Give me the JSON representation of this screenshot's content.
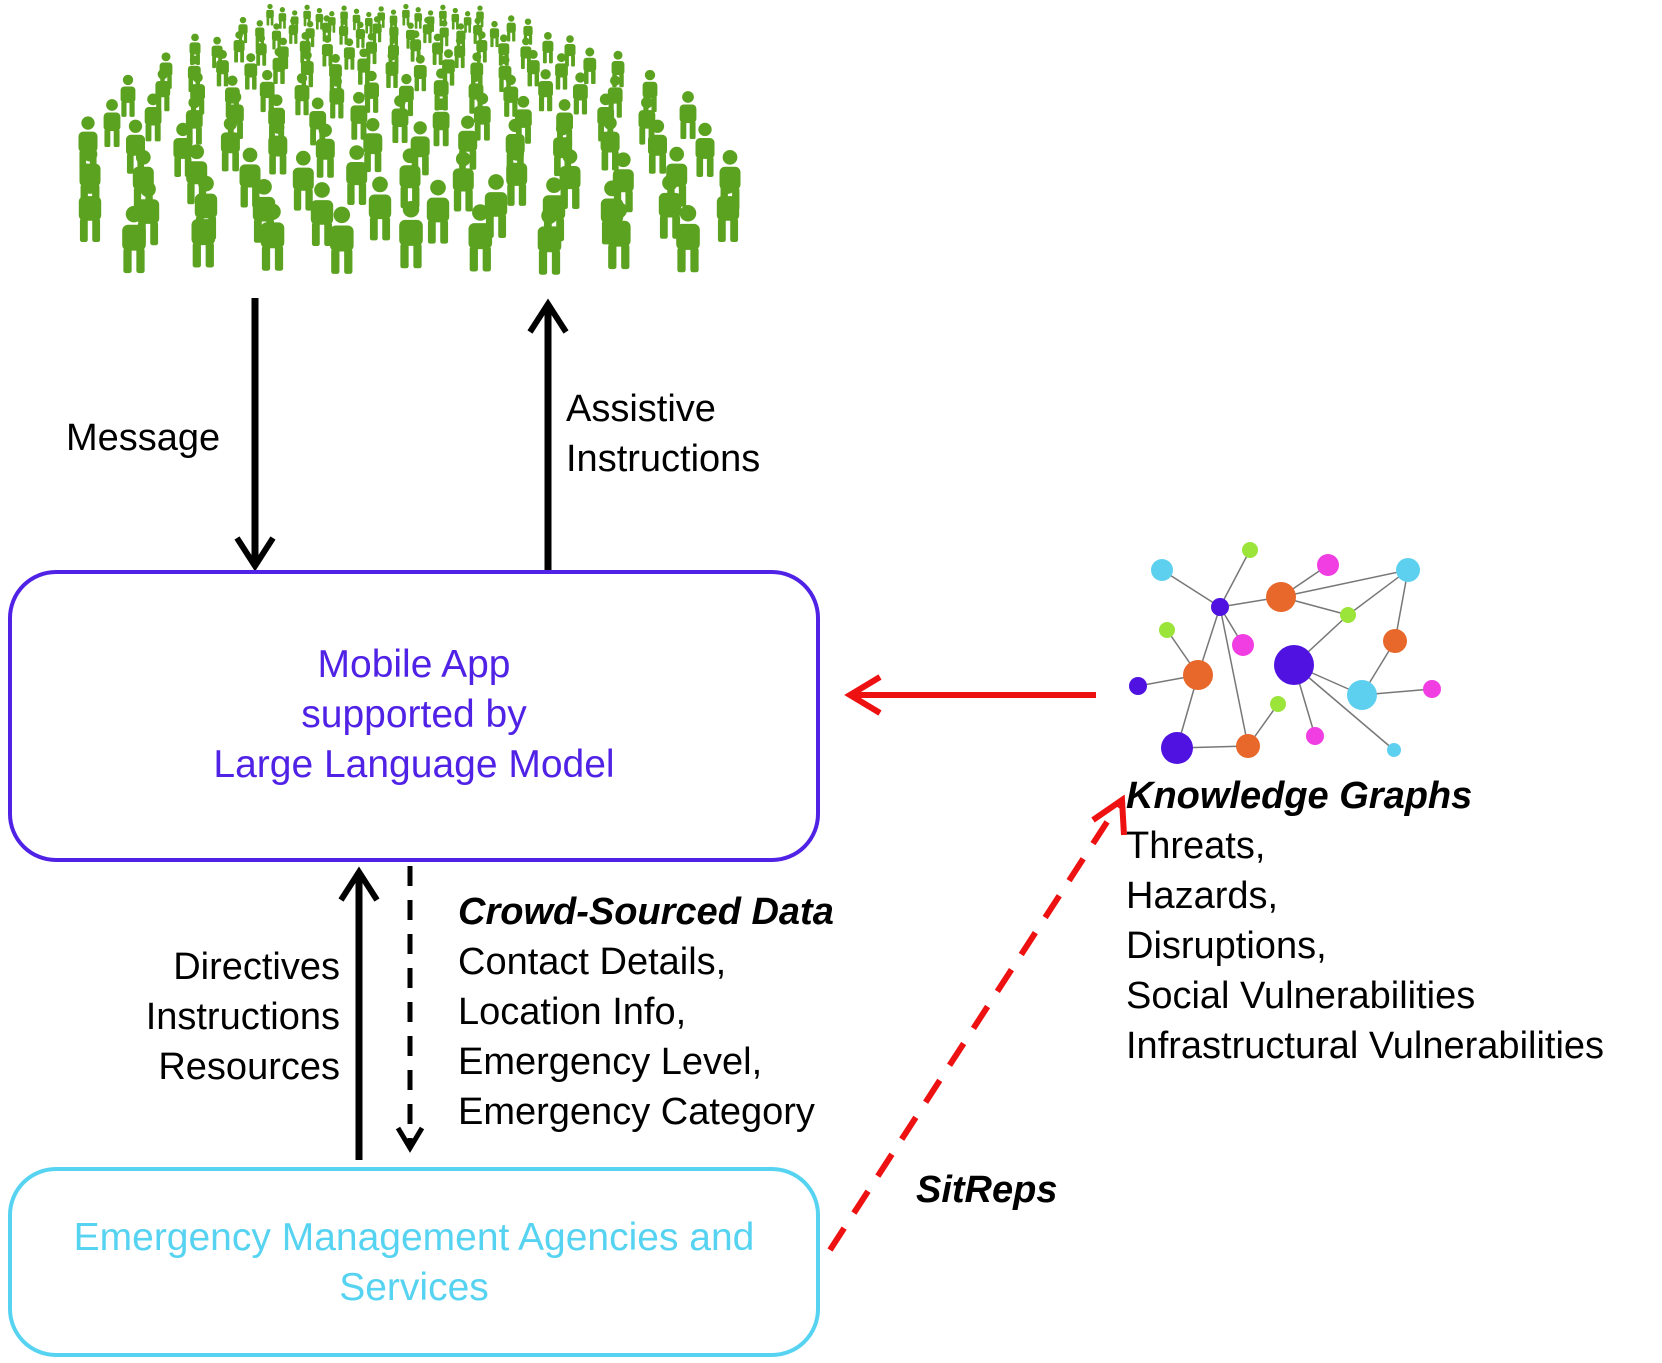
{
  "colors": {
    "crowd": "#5aa21f",
    "app_border": "#5022e6",
    "agency_border": "#57d3f2",
    "kg_arrow": "#ee1111",
    "node_blue": "#5ed0ef",
    "node_purple": "#5012e0",
    "node_orange": "#e8672a",
    "node_magenta": "#f03ee2",
    "node_green": "#9be43a",
    "edge": "#777777"
  },
  "crowd": {
    "icon": "people-crowd-icon"
  },
  "arrows": {
    "message": "Message",
    "assistive": [
      "Assistive",
      "Instructions"
    ],
    "directives": [
      "Directives",
      "Instructions",
      "Resources"
    ]
  },
  "app_box": {
    "lines": [
      "Mobile App",
      "supported by",
      "Large Language Model"
    ]
  },
  "agency_box": {
    "lines": [
      "Emergency Management Agencies and",
      "Services"
    ]
  },
  "crowd_data": {
    "title": "Crowd-Sourced Data",
    "items": [
      "Contact Details,",
      "Location Info,",
      "Emergency Level,",
      "Emergency Category"
    ]
  },
  "knowledge_graphs": {
    "icon": "knowledge-graph-network-icon",
    "title": "Knowledge Graphs",
    "items": [
      "Threats,",
      "Hazards,",
      "Disruptions,",
      "Social Vulnerabilities",
      "Infrastructural Vulnerabilities"
    ]
  },
  "sitreps": "SitReps"
}
